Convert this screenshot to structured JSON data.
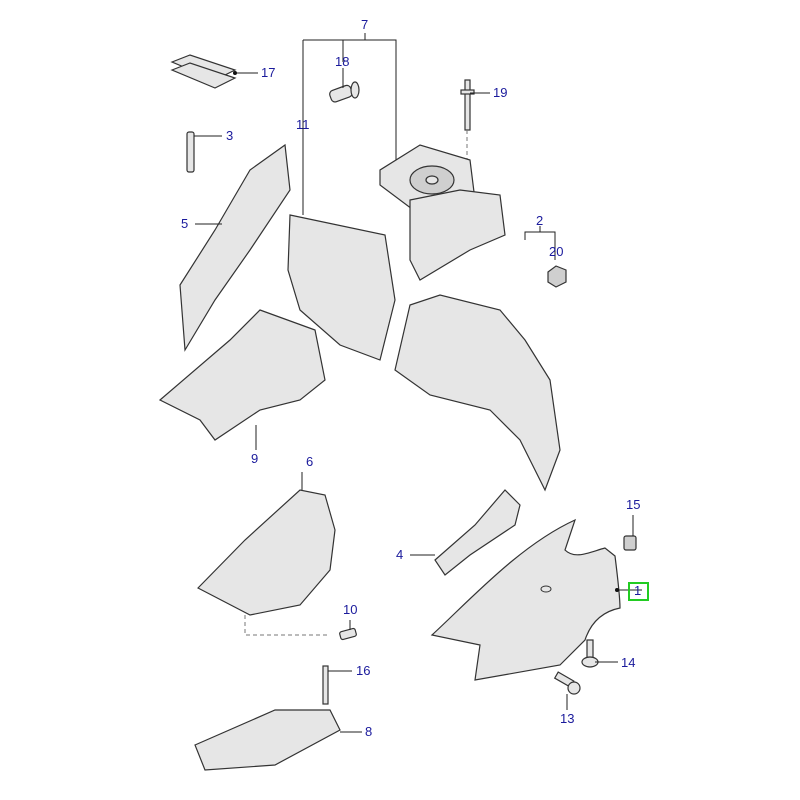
{
  "diagram": {
    "callouts": [
      {
        "id": "1",
        "label": "1",
        "highlighted": true
      },
      {
        "id": "2",
        "label": "2"
      },
      {
        "id": "3",
        "label": "3"
      },
      {
        "id": "4",
        "label": "4"
      },
      {
        "id": "5",
        "label": "5"
      },
      {
        "id": "6",
        "label": "6"
      },
      {
        "id": "7",
        "label": "7"
      },
      {
        "id": "8",
        "label": "8"
      },
      {
        "id": "9",
        "label": "9"
      },
      {
        "id": "10",
        "label": "10"
      },
      {
        "id": "11",
        "label": "11"
      },
      {
        "id": "13",
        "label": "13"
      },
      {
        "id": "14",
        "label": "14"
      },
      {
        "id": "15",
        "label": "15"
      },
      {
        "id": "16",
        "label": "16"
      },
      {
        "id": "17",
        "label": "17"
      },
      {
        "id": "18",
        "label": "18"
      },
      {
        "id": "19",
        "label": "19"
      },
      {
        "id": "20",
        "label": "20"
      }
    ],
    "highlight_color": "#22cc22",
    "label_color": "#1a1a9c"
  }
}
